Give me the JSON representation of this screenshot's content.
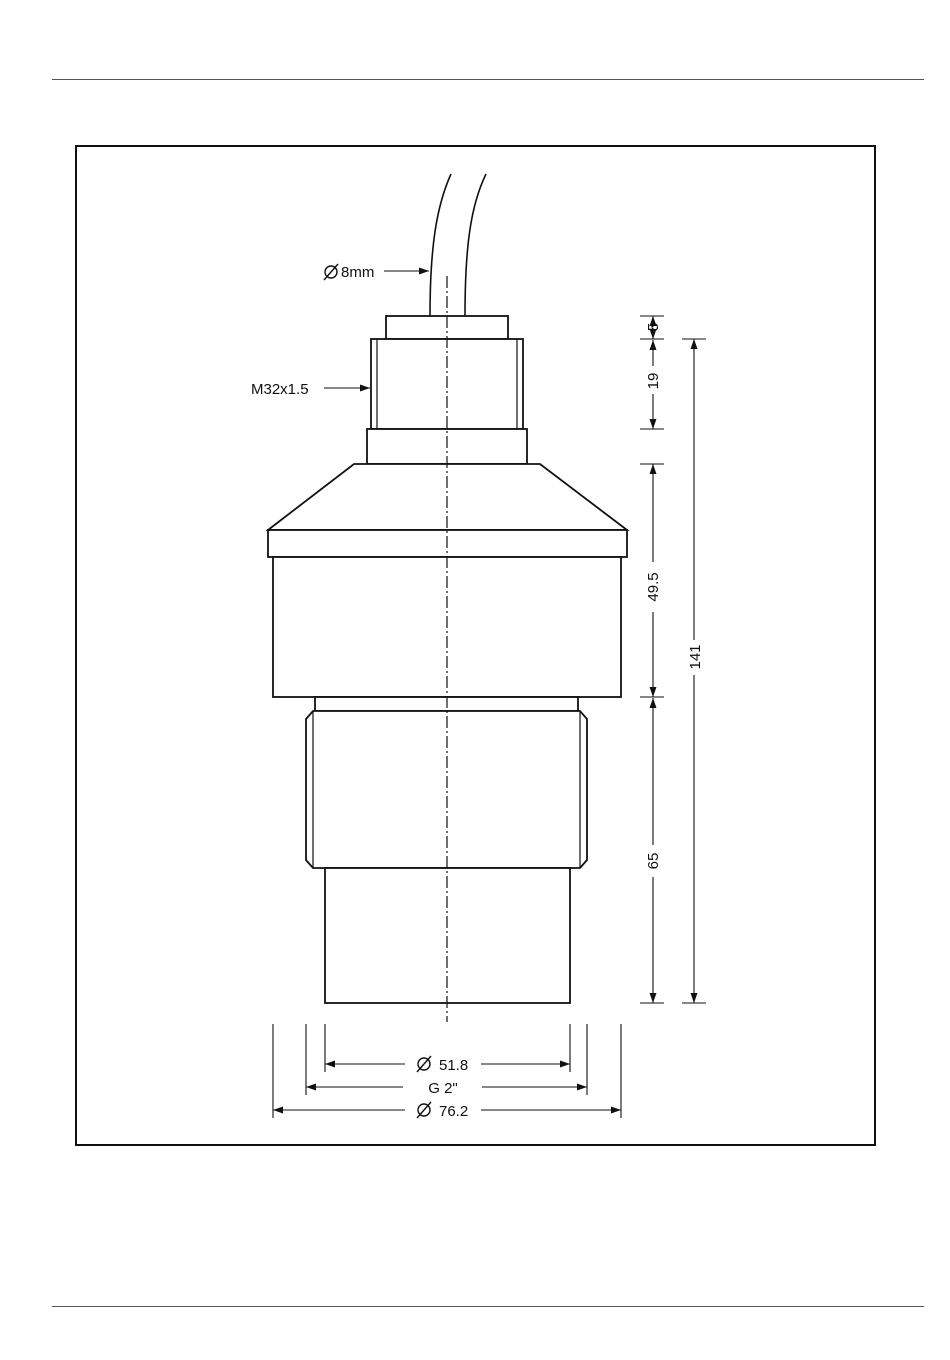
{
  "labels": {
    "cable_diameter": "8mm",
    "thread_top": "M32x1.5",
    "dim_5": "5",
    "dim_19": "19",
    "dim_49_5": "49.5",
    "dim_65": "65",
    "dim_141": "141",
    "dim_51_8": "51.8",
    "thread_bottom": "G 2\"",
    "dim_76_2": "76.2"
  },
  "symbols": {
    "diameter": "diameter-symbol"
  }
}
